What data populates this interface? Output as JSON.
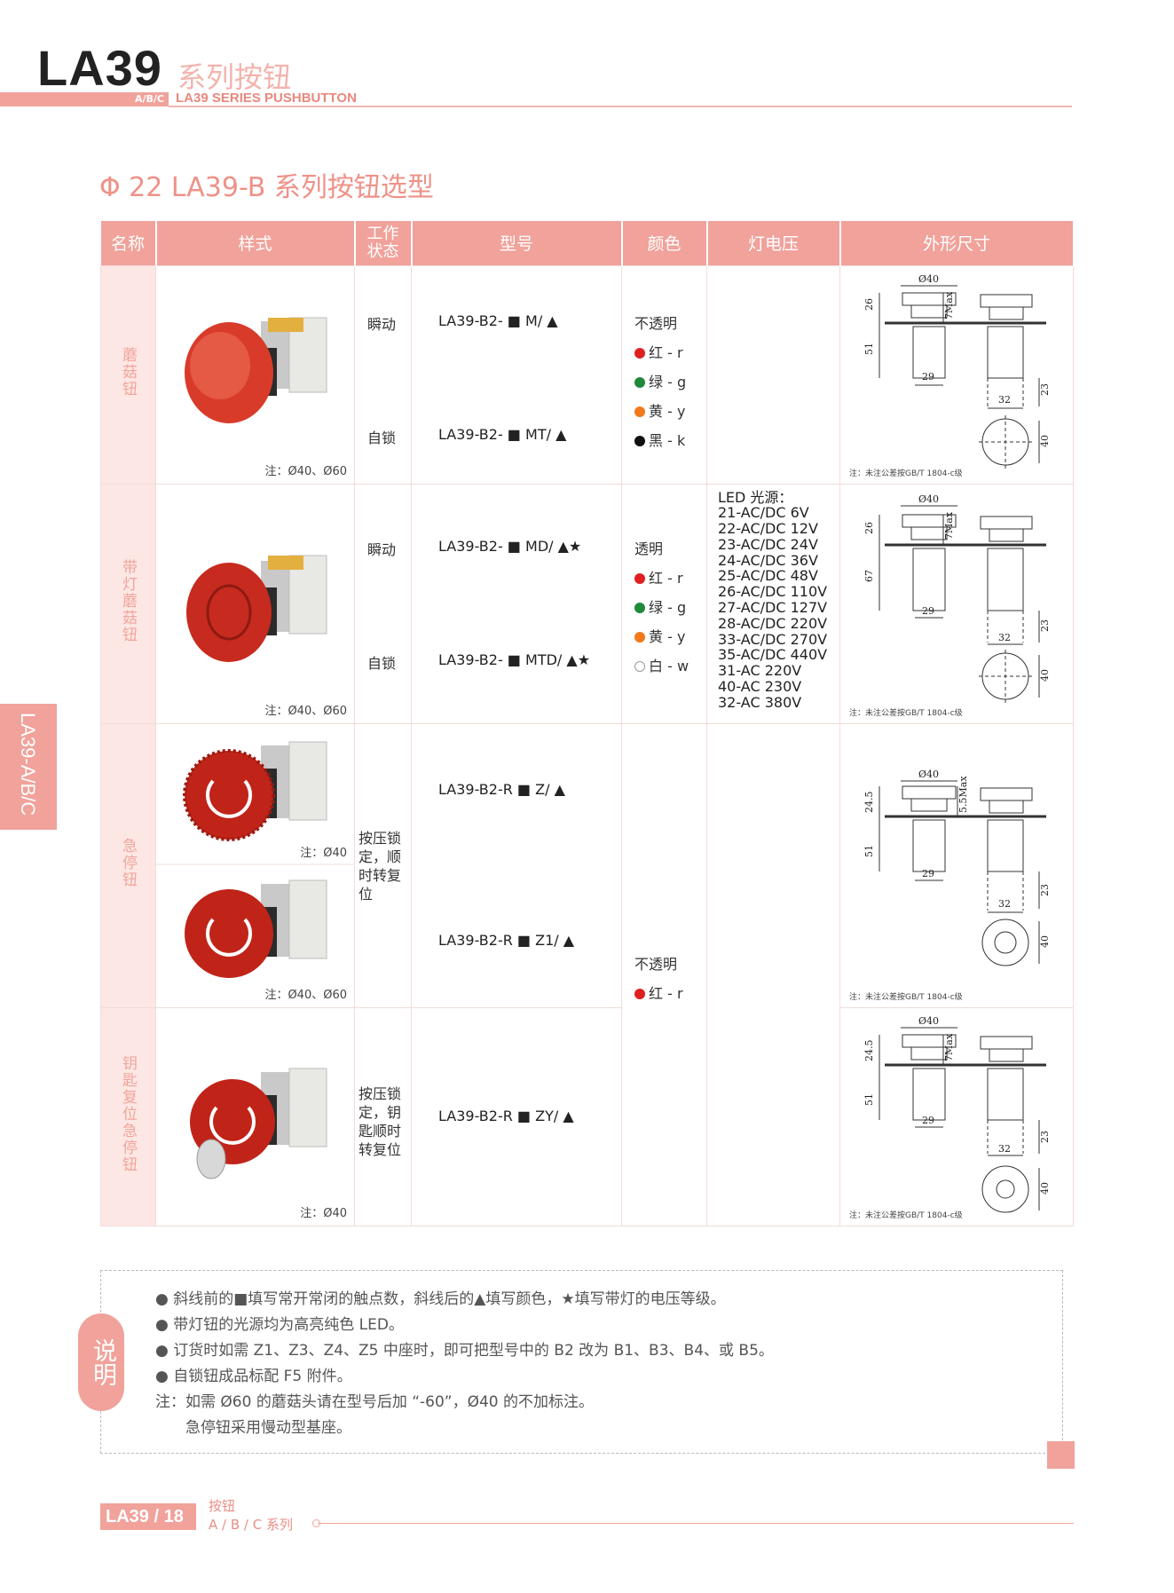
{
  "header": {
    "brand": "LA39",
    "brand_cn": "系列按钮",
    "sub": "A/B/C",
    "en": "LA39 SERIES PUSHBUTTON"
  },
  "section_title": "Φ 22 LA39-B 系列按钮选型",
  "side_tab": "LA39-A/B/C",
  "table": {
    "headers": [
      "名称",
      "样式",
      "工作状态",
      "型号",
      "颜色",
      "灯电压",
      "外形尺寸"
    ]
  },
  "rows": {
    "r1": {
      "name": "蘑菇钮",
      "note": "注：Ø40、Ø60",
      "state1": "瞬动",
      "state2": "自锁",
      "model1": "LA39-B2- ■ M/ ▲",
      "model2": "LA39-B2- ■ MT/ ▲",
      "color_title": "不透明",
      "colors": [
        "红 - r",
        "绿 - g",
        "黄 - y",
        "黑 - k"
      ],
      "dim_note": "注：未注公差按GB/T 1804-c级"
    },
    "r2": {
      "name": "带灯蘑菇钮",
      "note": "注：Ø40、Ø60",
      "state1": "瞬动",
      "state2": "自锁",
      "model1": "LA39-B2- ■ MD/ ▲★",
      "model2": "LA39-B2- ■ MTD/ ▲★",
      "color_title": "透明",
      "colors": [
        "红 - r",
        "绿 - g",
        "黄 - y",
        "白 - w"
      ],
      "voltages": [
        "LED 光源：",
        "21-AC/DC 6V",
        "22-AC/DC 12V",
        "23-AC/DC 24V",
        "24-AC/DC 36V",
        "25-AC/DC 48V",
        "26-AC/DC 110V",
        "27-AC/DC 127V",
        "28-AC/DC 220V",
        "33-AC/DC 270V",
        "35-AC/DC 440V",
        "31-AC 220V",
        "40-AC 230V",
        "32-AC 380V"
      ],
      "dim_note": "注：未注公差按GB/T 1804-c级"
    },
    "r3": {
      "name": "急停钮",
      "note1": "注：Ø40",
      "note2": "注：Ø40、Ø60",
      "state": "按压锁定，顺时转复位",
      "model1": "LA39-B2-R ■ Z/ ▲",
      "model2": "LA39-B2-R ■ Z1/ ▲",
      "color_title": "不透明",
      "color": "红 - r",
      "dim_note": "注：未注公差按GB/T 1804-c级"
    },
    "r4": {
      "name": "钥匙复位急停钮",
      "note": "注：Ø40",
      "state": "按压锁定，钥匙顺时转复位",
      "model": "LA39-B2-R ■ ZY/ ▲",
      "dim_note": "注：未注公差按GB/T 1804-c级"
    }
  },
  "dims": {
    "d40": "Ø40",
    "h26": "26",
    "h24_5": "24.5",
    "h51": "51",
    "h67": "67",
    "w29": "29",
    "w32": "32",
    "h23": "23",
    "h40": "40",
    "max7": "7Max",
    "max5_5": "5.5Max"
  },
  "notes": {
    "tag": "说明",
    "items": [
      "● 斜线前的■填写常开常闭的触点数，斜线后的▲填写颜色，★填写带灯的电压等级。",
      "● 带灯钮的光源均为高亮纯色 LED。",
      "● 订货时如需 Z1、Z3、Z4、Z5 中座时，即可把型号中的 B2 改为 B1、B3、B4、或 B5。",
      "● 自锁钮成品标配 F5 附件。",
      "注：如需 Ø60 的蘑菇头请在型号后加 “-60”，Ø40 的不加标注。",
      "　　急停钮采用慢动型基座。"
    ]
  },
  "footer": {
    "page": "LA39 / 18",
    "line1": "按钮",
    "line2": "A / B / C 系列"
  },
  "colors": {
    "accent": "#f0a29b",
    "red": "#e02020",
    "green": "#1e8a3a",
    "yellow": "#f07a1a",
    "black": "#111111"
  }
}
